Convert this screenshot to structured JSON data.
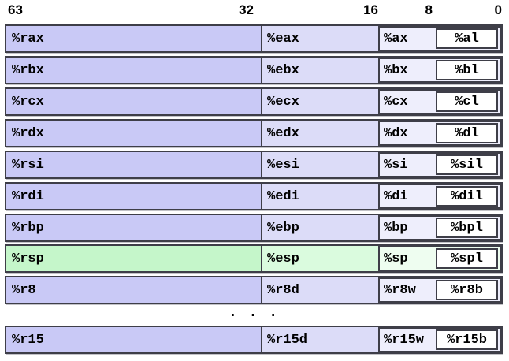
{
  "bit_labels": [
    "63",
    "32",
    "16",
    "8",
    "0"
  ],
  "ellipsis": ". . .",
  "colors": {
    "border": "#3e3e48",
    "row_fill_quad": "#c9c9f6",
    "row_fill_dword": "#dcdcf8",
    "row_fill_word": "#eeeefc",
    "row_fill_byte": "#ffffff",
    "highlight_fill_quad": "#c5f6ca",
    "highlight_fill_dword": "#dafbde",
    "highlight_fill_word": "#eefdf0",
    "highlight_fill_byte": "#ffffff"
  },
  "rows": [
    {
      "quad": "%rax",
      "dword": "%eax",
      "word": "%ax",
      "byte": "%al",
      "highlight": false
    },
    {
      "quad": "%rbx",
      "dword": "%ebx",
      "word": "%bx",
      "byte": "%bl",
      "highlight": false
    },
    {
      "quad": "%rcx",
      "dword": "%ecx",
      "word": "%cx",
      "byte": "%cl",
      "highlight": false
    },
    {
      "quad": "%rdx",
      "dword": "%edx",
      "word": "%dx",
      "byte": "%dl",
      "highlight": false
    },
    {
      "quad": "%rsi",
      "dword": "%esi",
      "word": "%si",
      "byte": "%sil",
      "highlight": false
    },
    {
      "quad": "%rdi",
      "dword": "%edi",
      "word": "%di",
      "byte": "%dil",
      "highlight": false
    },
    {
      "quad": "%rbp",
      "dword": "%ebp",
      "word": "%bp",
      "byte": "%bpl",
      "highlight": false
    },
    {
      "quad": "%rsp",
      "dword": "%esp",
      "word": "%sp",
      "byte": "%spl",
      "highlight": true
    },
    {
      "quad": "%r8",
      "dword": "%r8d",
      "word": "%r8w",
      "byte": "%r8b",
      "highlight": false
    },
    {
      "quad": "%r15",
      "dword": "%r15d",
      "word": "%r15w",
      "byte": "%r15b",
      "highlight": false
    }
  ]
}
